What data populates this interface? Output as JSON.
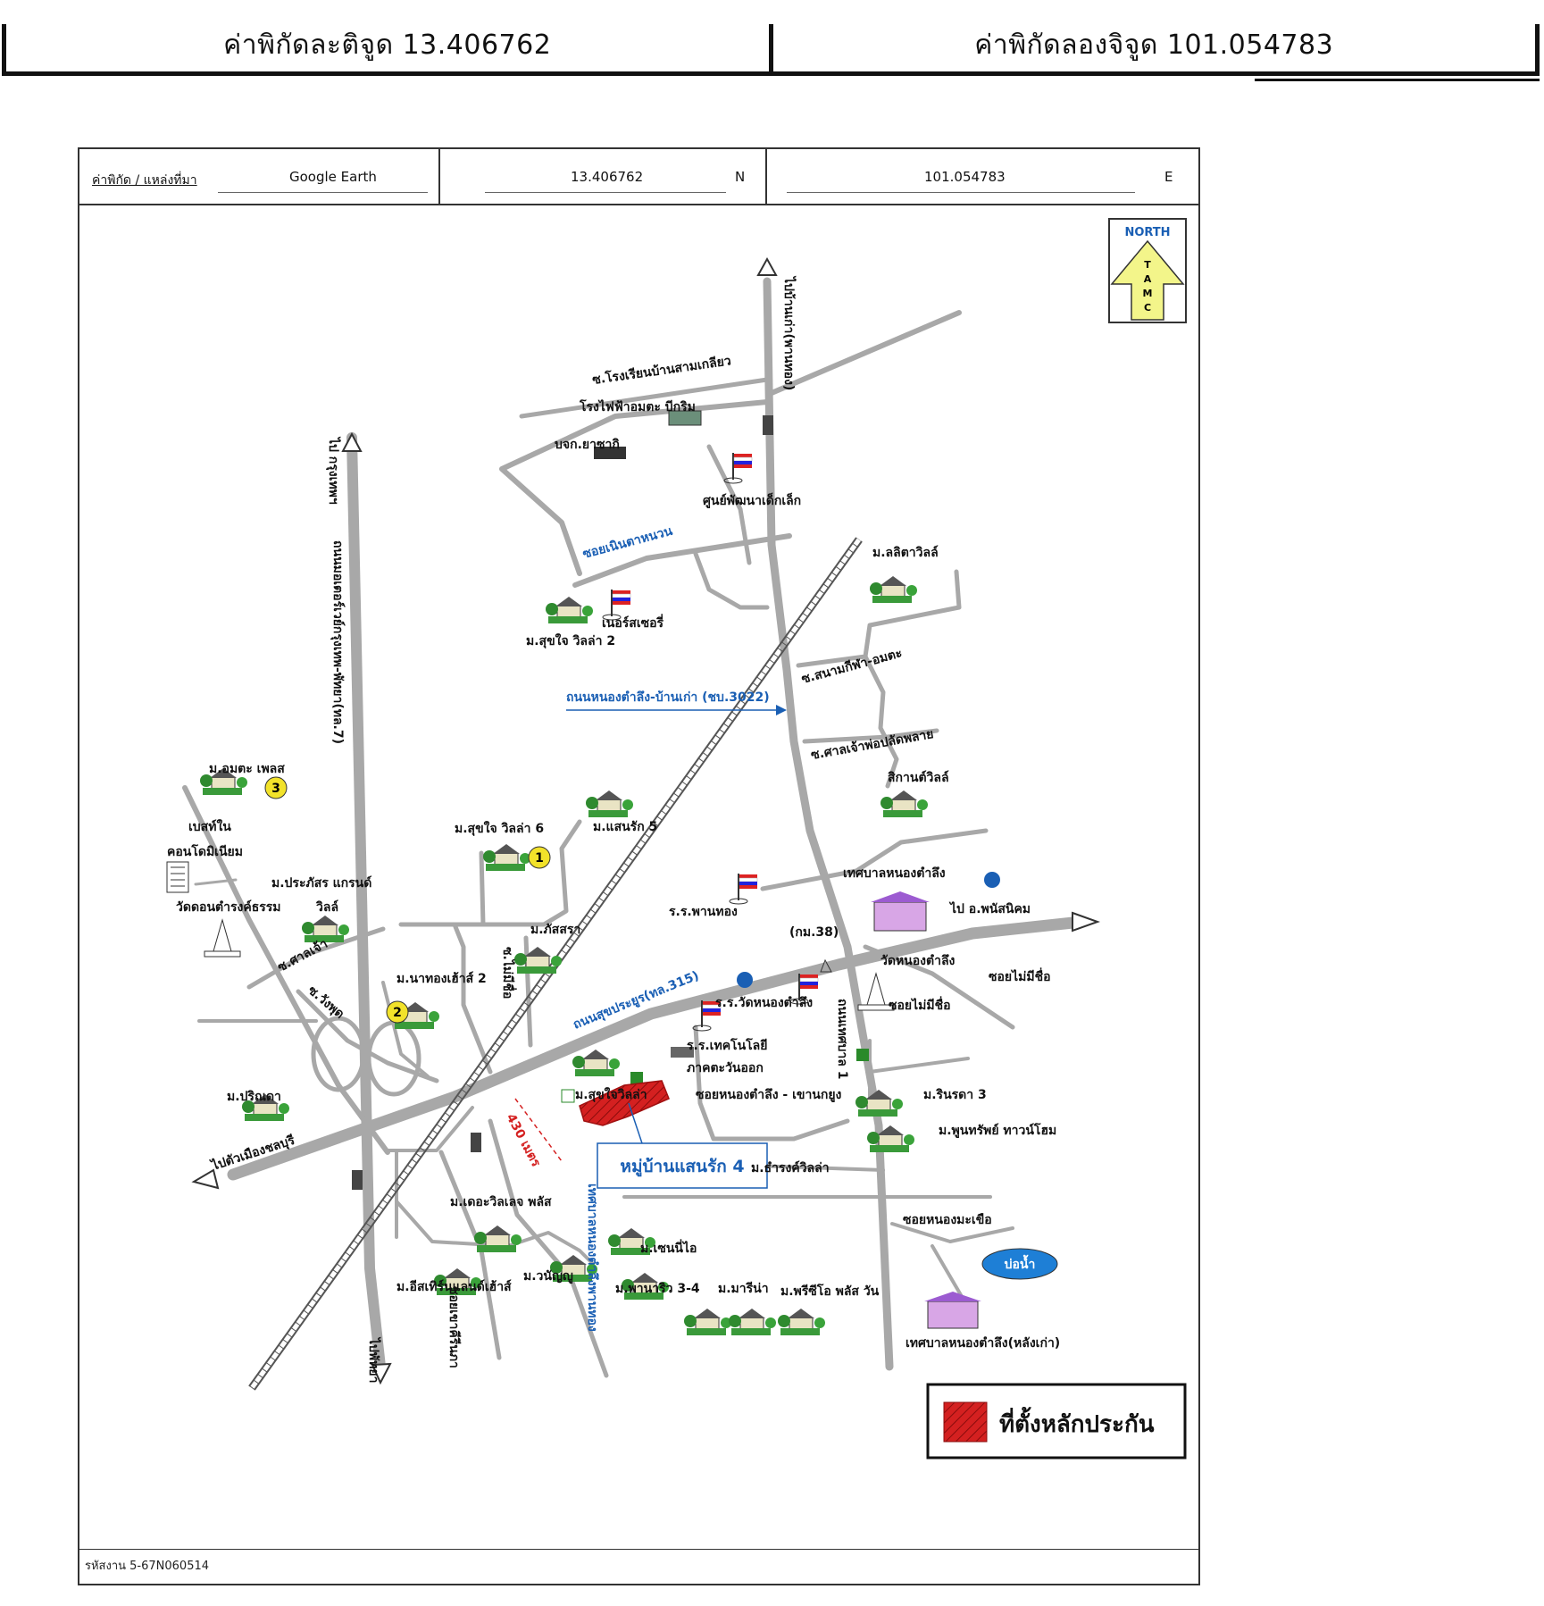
{
  "coords": {
    "latitude_label": "ค่าพิกัดละติจูด 13.406762",
    "longitude_label": "ค่าพิกัดลองจิจูด 101.054783"
  },
  "source_row": {
    "label": "ค่าพิกัด / แหล่งที่มา",
    "source": "Google Earth",
    "lat": "13.406762",
    "lat_hemi": "N",
    "lon": "101.054783",
    "lon_hemi": "E"
  },
  "north_arrow": {
    "title": "NORTH",
    "letters": [
      "T",
      "A",
      "M",
      "C"
    ]
  },
  "labels": {
    "to_phanthong": "ไปบ้านเก่า(พานทอง)",
    "soi_school": "ซ.โรงเรียนบ้านสามเกลียว",
    "power_plant": "โรงไฟฟ้าอมตะ บีกริม",
    "yasaki": "บจก.ยาซากิ",
    "child_center": "ศูนย์พัฒนาเด็กเล็ก",
    "to_bangkok": "ไป กรุงเทพฯ",
    "motorway": "ถนนมอเตอร์เวย์กรุงเทพ-พัทยา(ทล.7)",
    "soi_noen": "ซอยเนินตาหนวน",
    "nursery": "เนอร์สเซอรี่",
    "sukjai2": "ม.สุขใจ วิลล่า 2",
    "lalita": "ม.ลลิตาวิลล์",
    "sanam_kila": "ซ.สนามกีฬา-อมตะ",
    "road_3022": "ถนนหนองตำลึง-บ้านเก่า (ชบ.3022)",
    "san_chao": "ซ.ศาลเจ้าพ่อปลัดพลาย",
    "sikan": "สิกานต์วิลล์",
    "amata_place": "ม.อมตะ เพลส",
    "best_condo1": "เบสท์ใน",
    "best_condo2": "คอนโดมิเนียม",
    "sukjai6": "ม.สุขใจ วิลล่า 6",
    "saenrak5": "ม.แสนรัก 5",
    "prasat": "ม.ประภัสร แกรนด์",
    "villa": "วิลล์",
    "wat_don": "วัดดอนตำรงค์ธรรม",
    "municipality": "เทศบาลหนองตำลึง",
    "to_phanat": "ไป อ.พนัสนิคม",
    "phanthong_school": "ร.ร.พานทอง",
    "km38": "(กม.38)",
    "phatsara": "ม.ภัสสรา",
    "soi_sanchao": "ซ.ศาลเจ้า",
    "wat_nongtamlueng": "วัดหนองตำลึง",
    "soi_mai_mee_chue1": "ซอยไม่มีชื่อ",
    "natong2": "ม.นาทองเฮ้าส์ 2",
    "soi_mai_mee_chue_v": "ซ.ไม่มีชื่อ",
    "sukprayoon": "ถนนสุขประยูร(ทล.315)",
    "wat_school": "ร.ร.วัดหนองตำลึง",
    "soi_mai_mee_chue2": "ซอยไม่มีชื่อ",
    "soi_wangphut": "ซ.วังพุด",
    "tech1": "ร.ร.เทคโนโลยี",
    "tech2": "ภาคตะวันออก",
    "thetsaban1": "ถนนเทศบาล 1",
    "sukjai_villa": "ม.สุขใจวิลล่า",
    "prinda": "ม.ปริณดา",
    "rinrada3": "ม.รินรดา 3",
    "soi_khaokayung": "ซอยหนองตำลึง - เขานกยูง",
    "distance": "430 เมตร",
    "poonsap": "ม.พูนทรัพย์ ทาวน์โฮม",
    "to_chonburi": "ไปตัวเมืองชลบุรี",
    "thamrong": "ม.ธำรงค์วิลล่า",
    "target": "หมู่บ้านแสนรัก 4",
    "the_village": "ม.เดอะวิลเลจ พลัส",
    "soi_nongmakhuea": "ซอยหนองมะเขือ",
    "pond": "บ่อน้ำ",
    "sunny": "ม.เซนนี่ไอ",
    "wanchai": "ม.วนัญญู",
    "phanthong_soi": "เทศบาลหนองตำลึงพานทอง",
    "istern": "ม.อีสเทิร์นแลนด์เฮ้าส์",
    "phanarin": "ม.พานาริว 3-4",
    "marina": "ม.มารีน่า",
    "prisee": "ม.พรีซีโอ พลัส วัน",
    "old_office": "เทศบาลหนองตำลึง(หลังเก่า)",
    "to_pattaya": "ไปพัทยา",
    "soi_khomsri": "ซอยเขาคีรีนภา",
    "num1": "1",
    "num2": "2",
    "num3": "3"
  },
  "legend": {
    "label": "ที่ตั้งหลักประกัน"
  },
  "footer": {
    "code": "รหัสงาน 5-67N060514"
  },
  "colors": {
    "road": "#a8a8a8",
    "water": "#1e7fd6",
    "target": "#d42020",
    "label_blue": "#1a5fb4",
    "badge": "#f2e22a",
    "north_fill": "#f3f58a"
  }
}
